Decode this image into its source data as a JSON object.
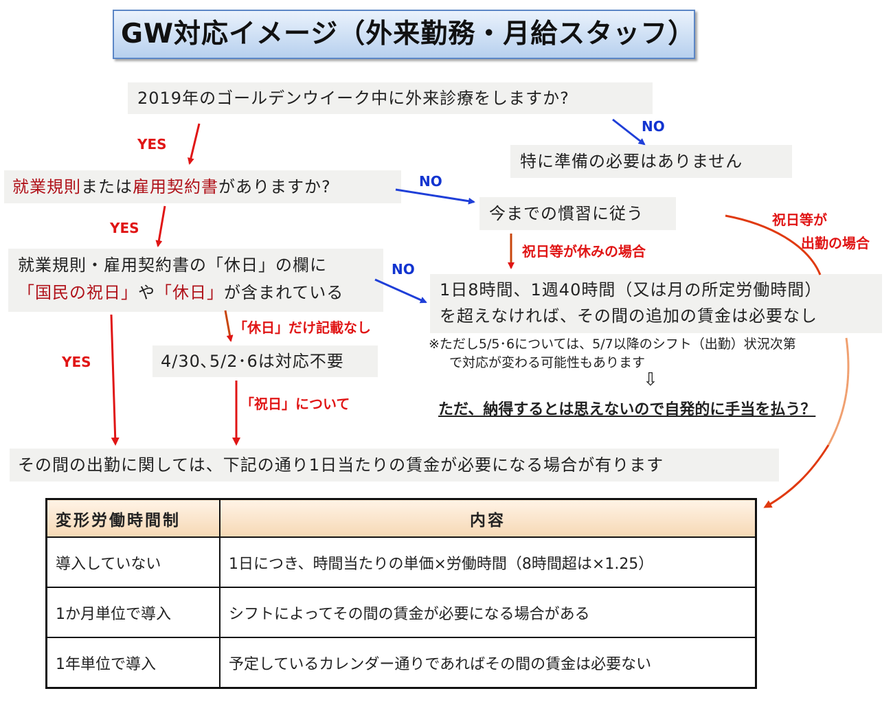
{
  "title": "GW対応イメージ（外来勤務・月給スタッフ）",
  "q1": "2019年のゴールデンウイーク中に外来診療をしますか?",
  "no_prep": "特に準備の必要はありません",
  "q2": {
    "part1": "就業規則",
    "part2": "または",
    "part3": "雇用契約書",
    "part4": "がありますか?"
  },
  "custom": "今までの慣習に従う",
  "q3": {
    "line1": "就業規則・雇用契約書の「休日」の欄に",
    "l2a": "「国民の祝日」",
    "l2b": "や",
    "l2c": "「休日」",
    "l2d": "が含まれている"
  },
  "no_response": "4/30､5/2･6は対応不要",
  "limit": {
    "line1": "1日8時間、1週40時間（又は月の所定労働時間）",
    "line2": "を超えなければ、その間の追加の賃金は必要なし"
  },
  "note": {
    "line1": "※ただし5/5･6については、5/7以降のシフト（出勤）状況次第",
    "line2": "で対応が変わる可能性もあります"
  },
  "down_arrow": "⇩",
  "conclusion": "ただ、納得するとは思えないので自発的に手当を払う？",
  "result": "その間の出勤に関しては、下記の通り1日当たりの賃金が必要になる場合が有ります",
  "labels": {
    "yes": "YES",
    "no": "NO",
    "holiday_off": "祝日等が休みの場合",
    "holiday_work_1": "祝日等が",
    "holiday_work_2": "出勤の場合",
    "only_holiday": "「休日」だけ記載なし",
    "about_national": "「祝日」について"
  },
  "table": {
    "headers": [
      "変形労働時間制",
      "内容"
    ],
    "rows": [
      [
        "導入していない",
        "1日につき、時間当たりの単価×労働時間（8時間超は×1.25）"
      ],
      [
        "1か月単位で導入",
        "シフトによってその間の賃金が必要になる場合がある"
      ],
      [
        "1年単位で導入",
        "予定しているカレンダー通りであればその間の賃金は必要ない"
      ]
    ]
  },
  "colors": {
    "red_arrow": "#e01515",
    "blue_arrow": "#1f3fd8",
    "curve": "#e03a10",
    "curve_faded": "#f0a070"
  }
}
